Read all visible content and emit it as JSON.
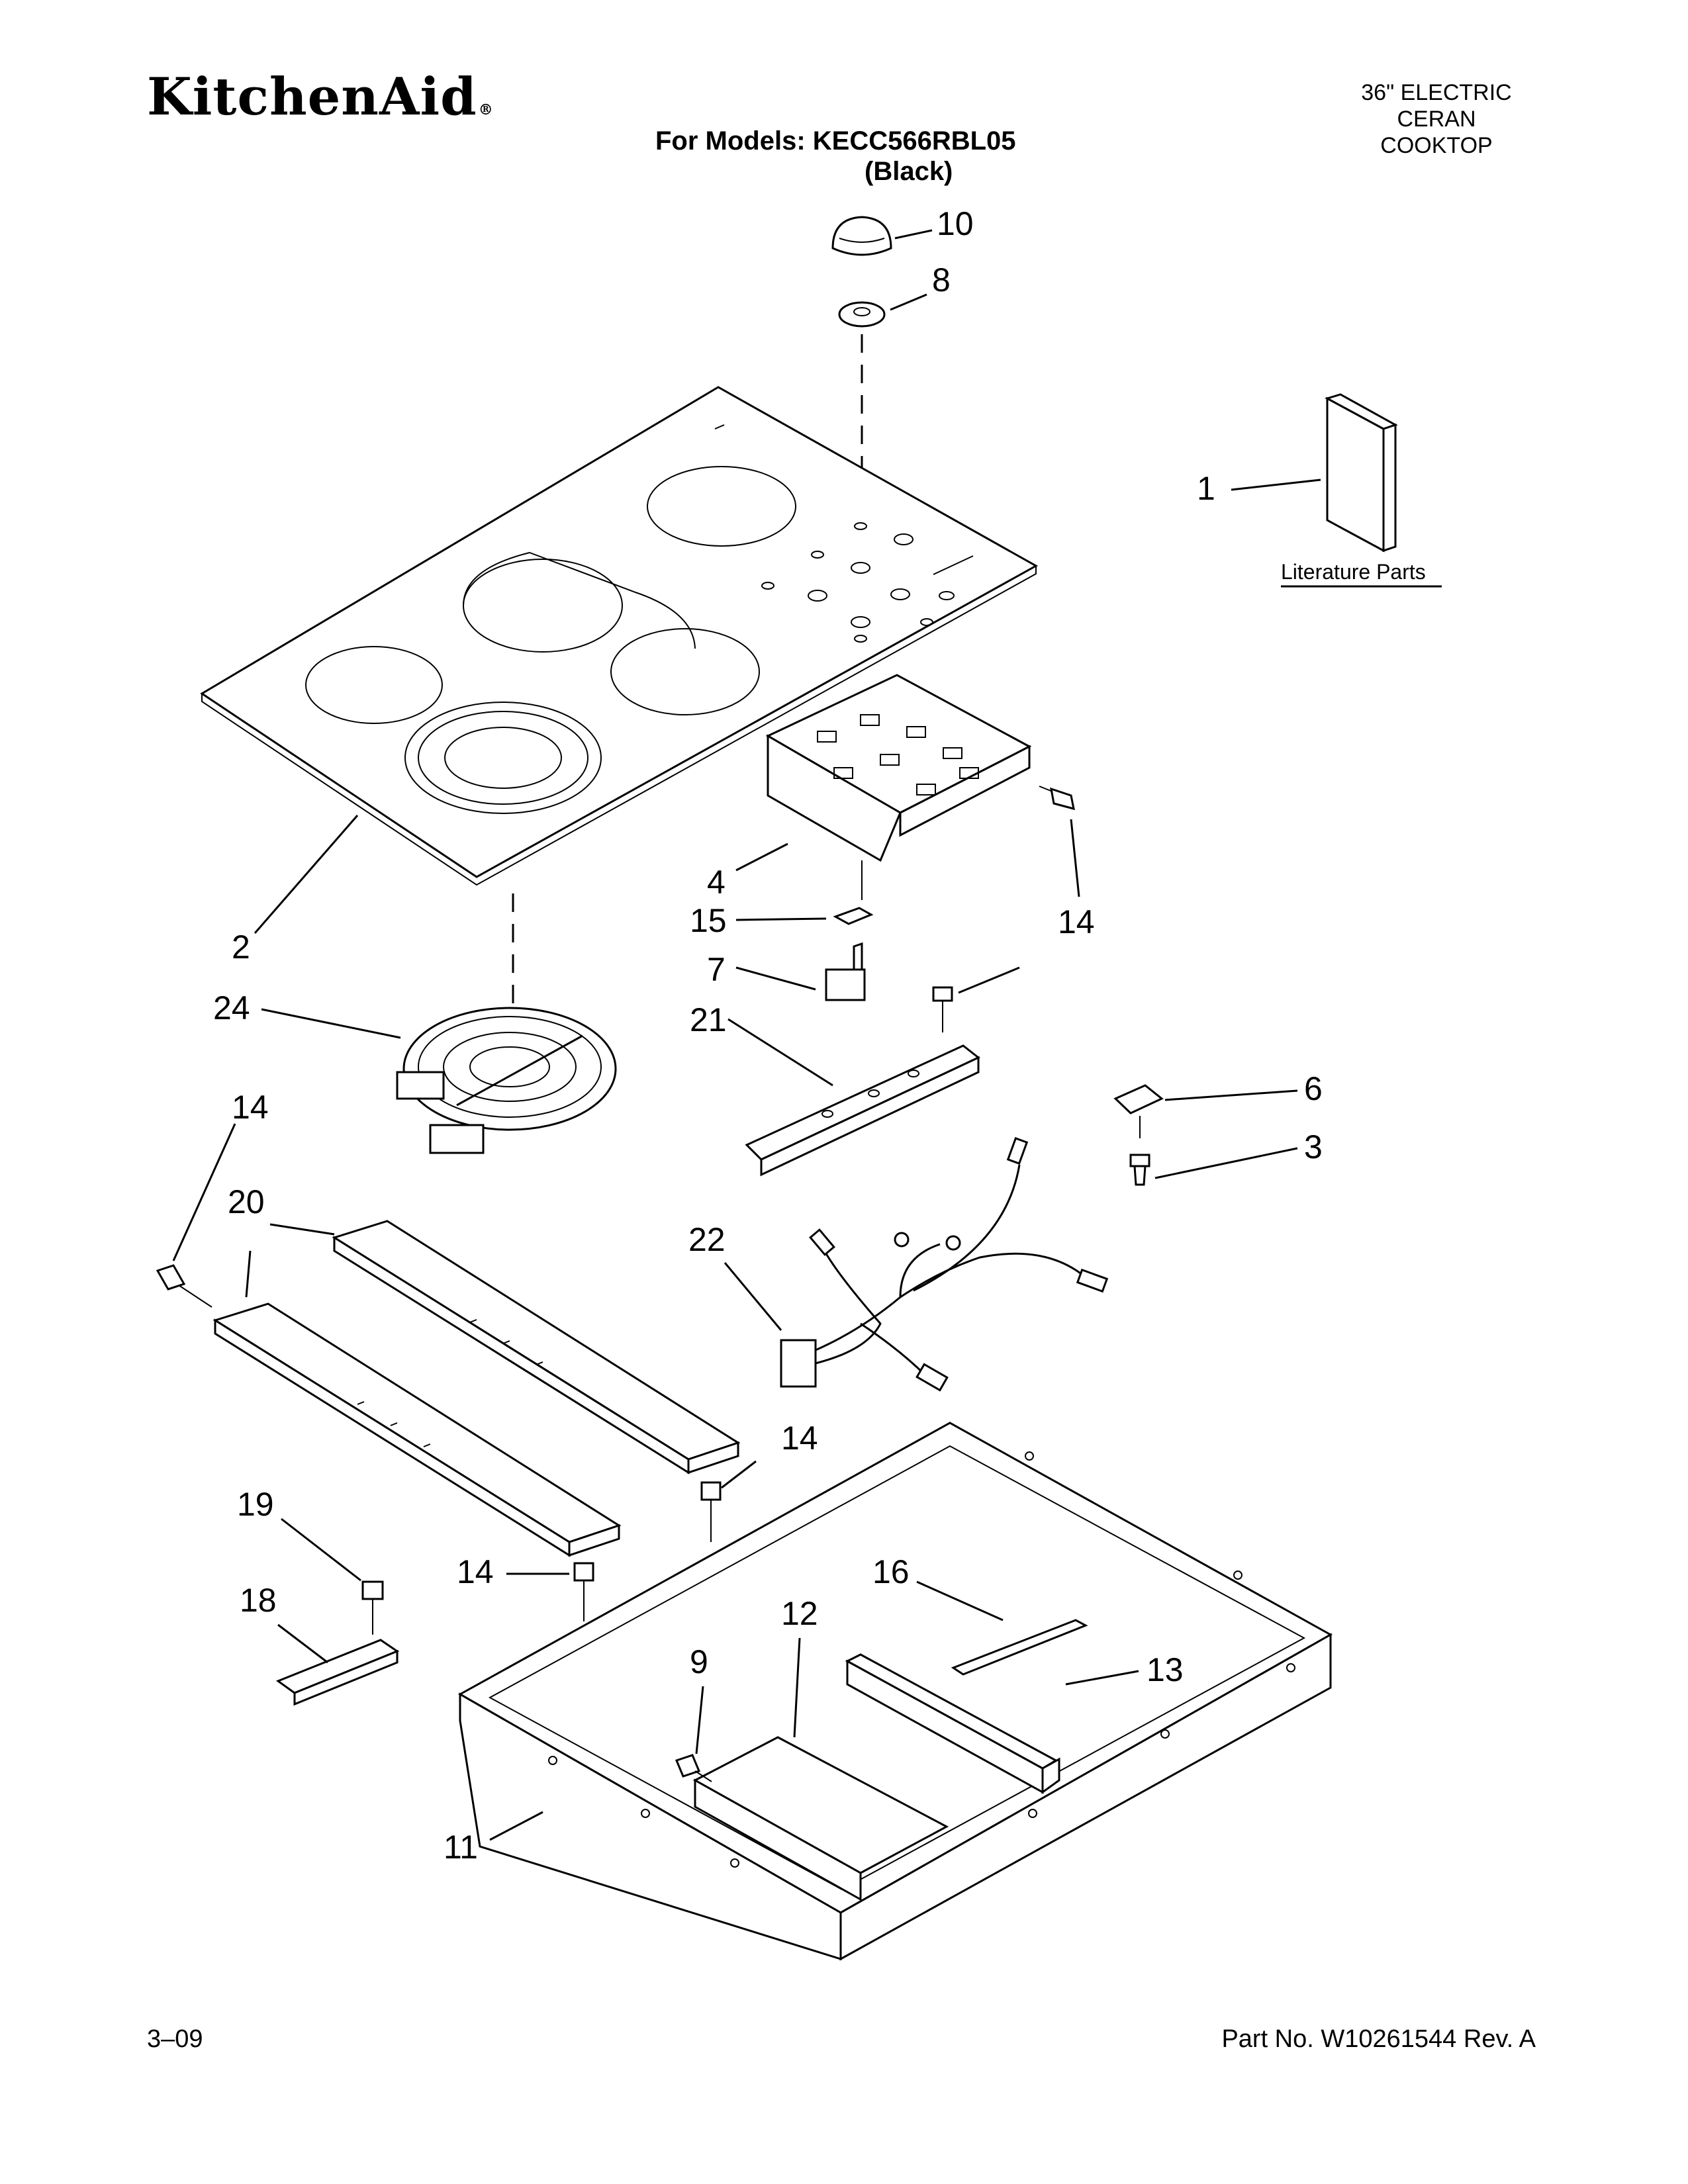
{
  "header": {
    "brand": "KitchenAid",
    "brand_mark": "®",
    "models_line": "For Models: KECC566RBL05",
    "variant": "(Black)",
    "product_lines": [
      "36\" ELECTRIC",
      "CERAN",
      "COOKTOP"
    ]
  },
  "callouts": [
    "10",
    "8",
    "1",
    "2",
    "4",
    "15",
    "14",
    "7",
    "24",
    "21",
    "6",
    "3",
    "14",
    "20",
    "22",
    "14",
    "19",
    "14",
    "18",
    "16",
    "12",
    "9",
    "13",
    "11"
  ],
  "literature_label": "Literature Parts",
  "footer": {
    "date": "3–09",
    "part_number": "Part No. W10261544 Rev. A"
  }
}
